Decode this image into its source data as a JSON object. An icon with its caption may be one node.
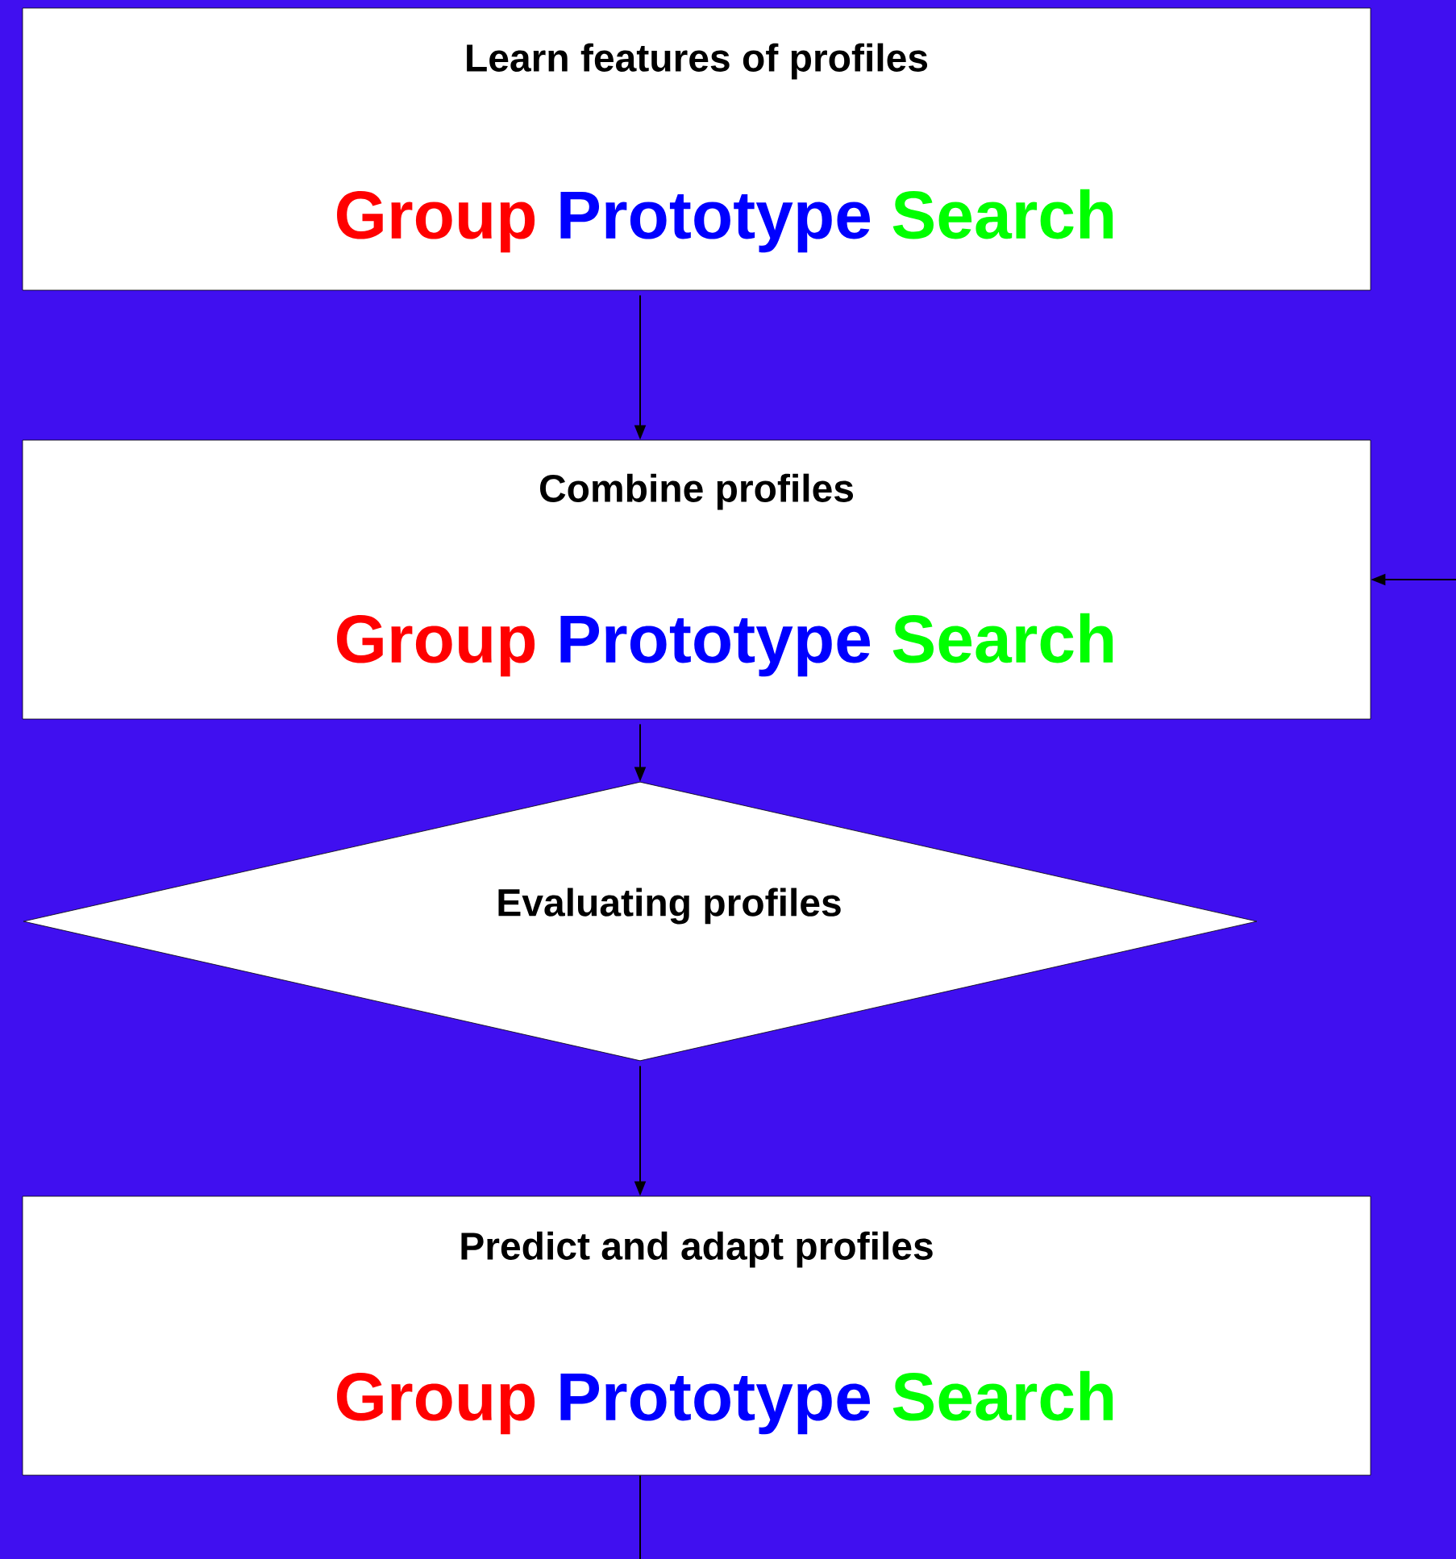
{
  "diagram": {
    "nodes": [
      {
        "text": [
          "Learn features of profiles",
          "Group",
          "Prototype",
          "Search"
        ]
      },
      {
        "text": [
          "Combine profiles",
          "Group",
          "Prototype",
          "Search"
        ]
      },
      {
        "text": [
          "Evaluating profiles"
        ]
      },
      {
        "text": [
          "Predict and adapt profiles",
          "Group",
          "Prototype",
          "Search"
        ]
      }
    ],
    "edges": [
      {
        "from": 0,
        "to": 1,
        "arrow": "to"
      },
      {
        "from": 1,
        "to": 2,
        "arrow": "to"
      },
      {
        "from": 2,
        "to": 3,
        "arrow": "to"
      },
      {
        "from": null,
        "to": 1,
        "arrow": "to"
      },
      {
        "from": 3,
        "to": null,
        "arrow": "none"
      }
    ]
  }
}
